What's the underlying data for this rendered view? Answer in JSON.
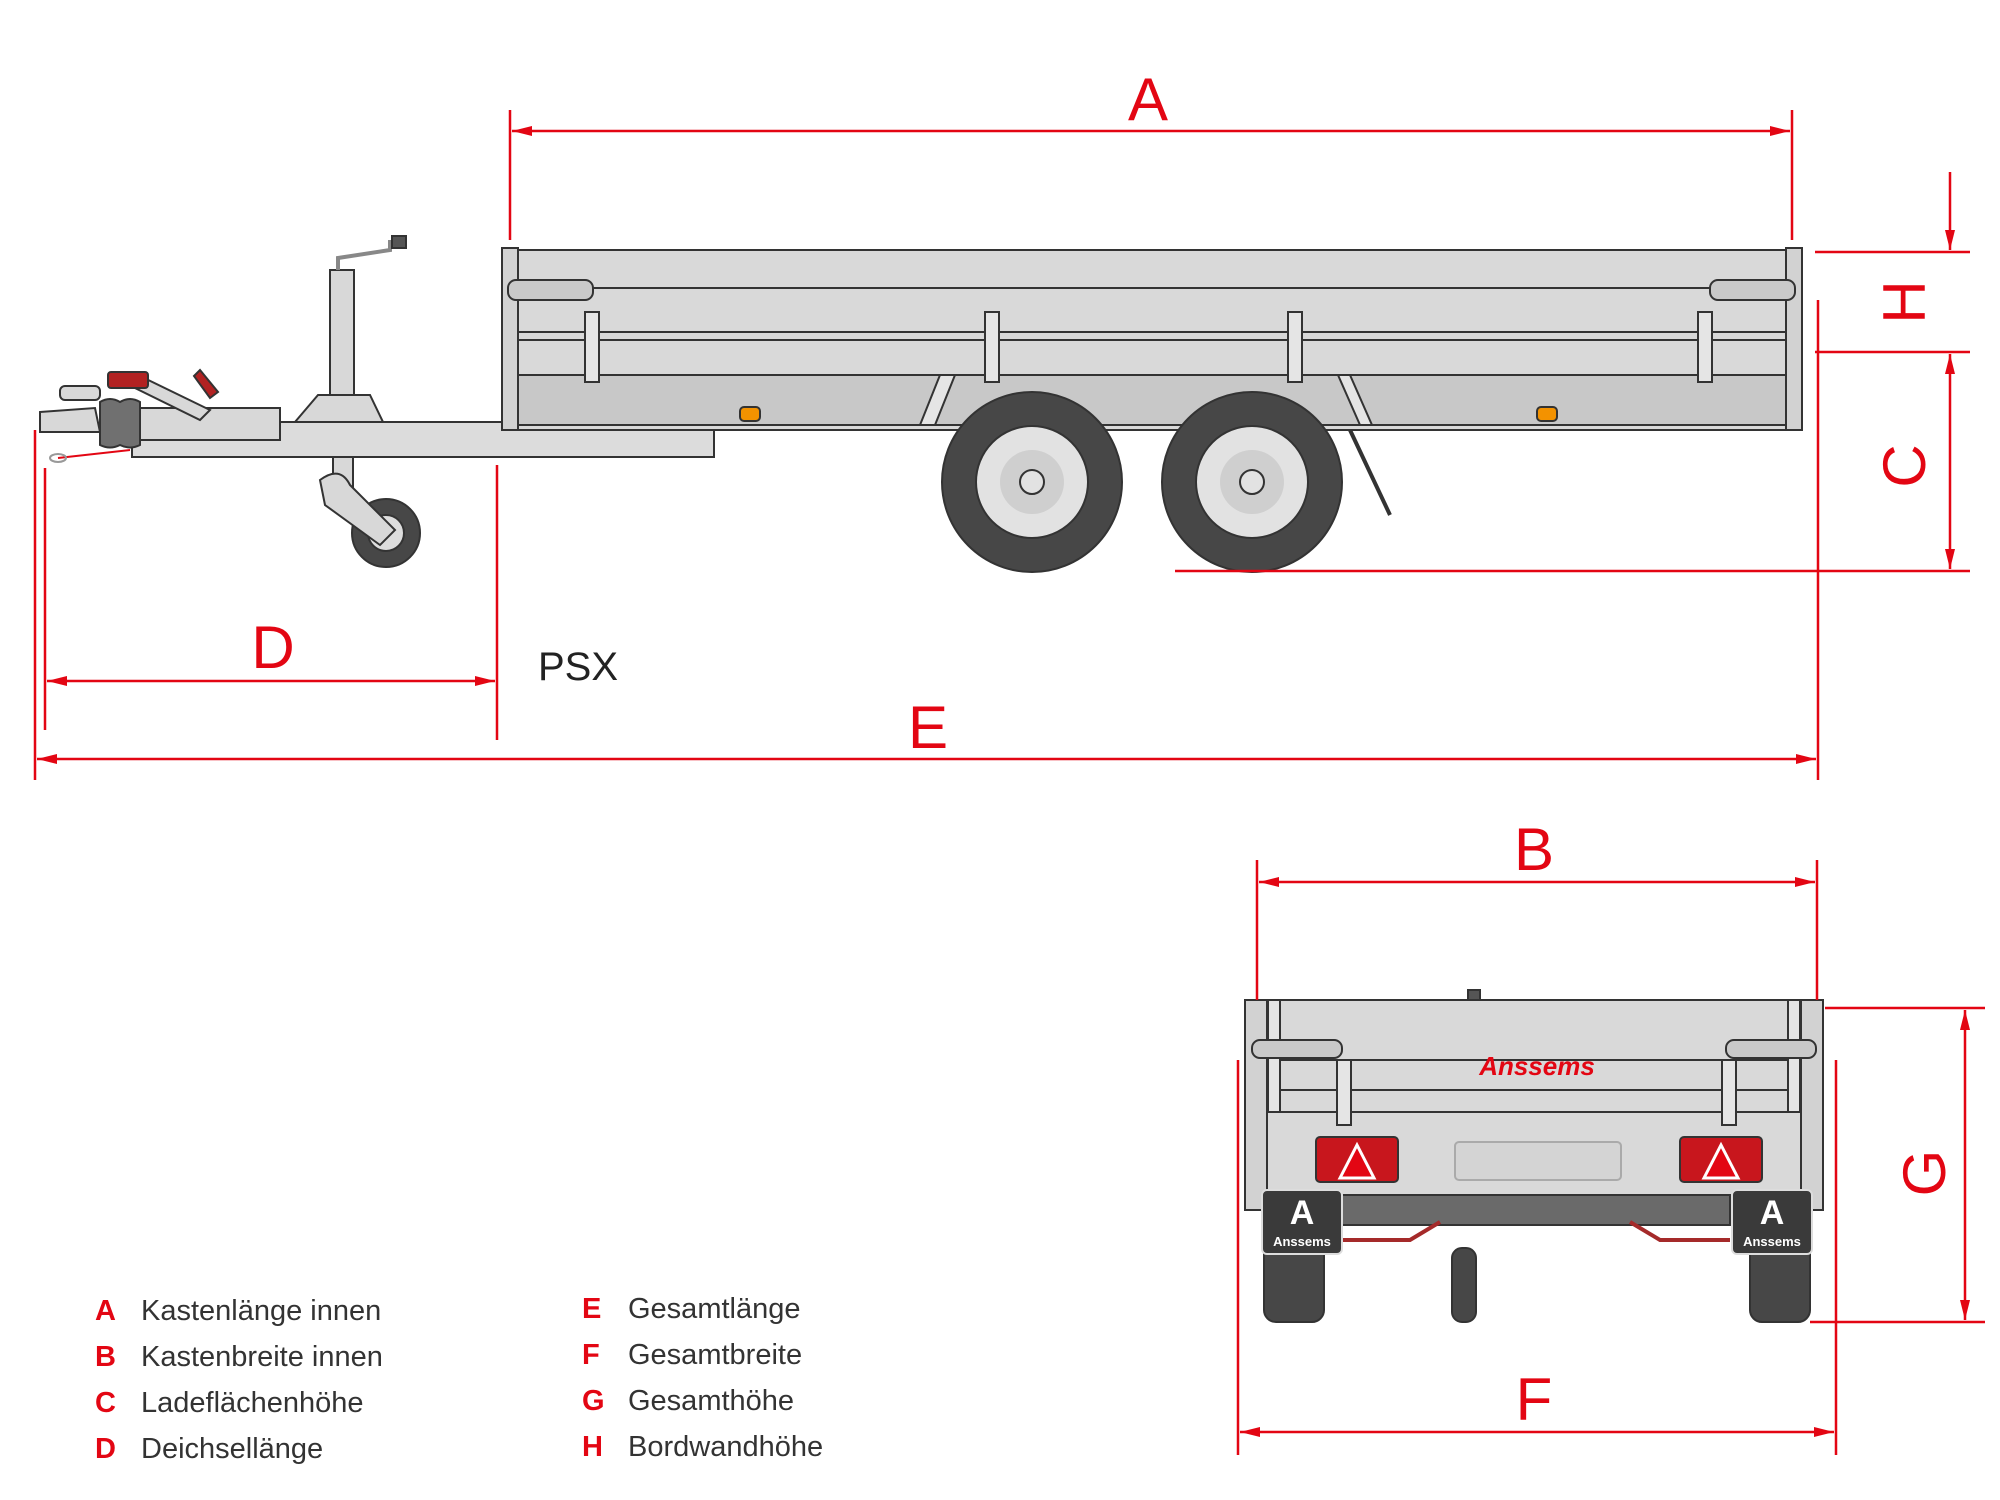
{
  "model": "PSX",
  "brand": "Anssems",
  "colors": {
    "dimension": "#e30613",
    "body": "#d8d8d8",
    "tire": "#474747"
  },
  "dimensions": {
    "A": "A",
    "B": "B",
    "C": "C",
    "D": "D",
    "E": "E",
    "F": "F",
    "G": "G",
    "H": "H"
  },
  "legend": {
    "left": [
      {
        "key": "A",
        "label": "Kastenlänge innen"
      },
      {
        "key": "B",
        "label": "Kastenbreite innen"
      },
      {
        "key": "C",
        "label": "Ladeflächenhöhe"
      },
      {
        "key": "D",
        "label": "Deichsellänge"
      }
    ],
    "right": [
      {
        "key": "E",
        "label": "Gesamtlänge"
      },
      {
        "key": "F",
        "label": "Gesamtbreite"
      },
      {
        "key": "G",
        "label": "Gesamthöhe"
      },
      {
        "key": "H",
        "label": "Bordwandhöhe"
      }
    ]
  }
}
